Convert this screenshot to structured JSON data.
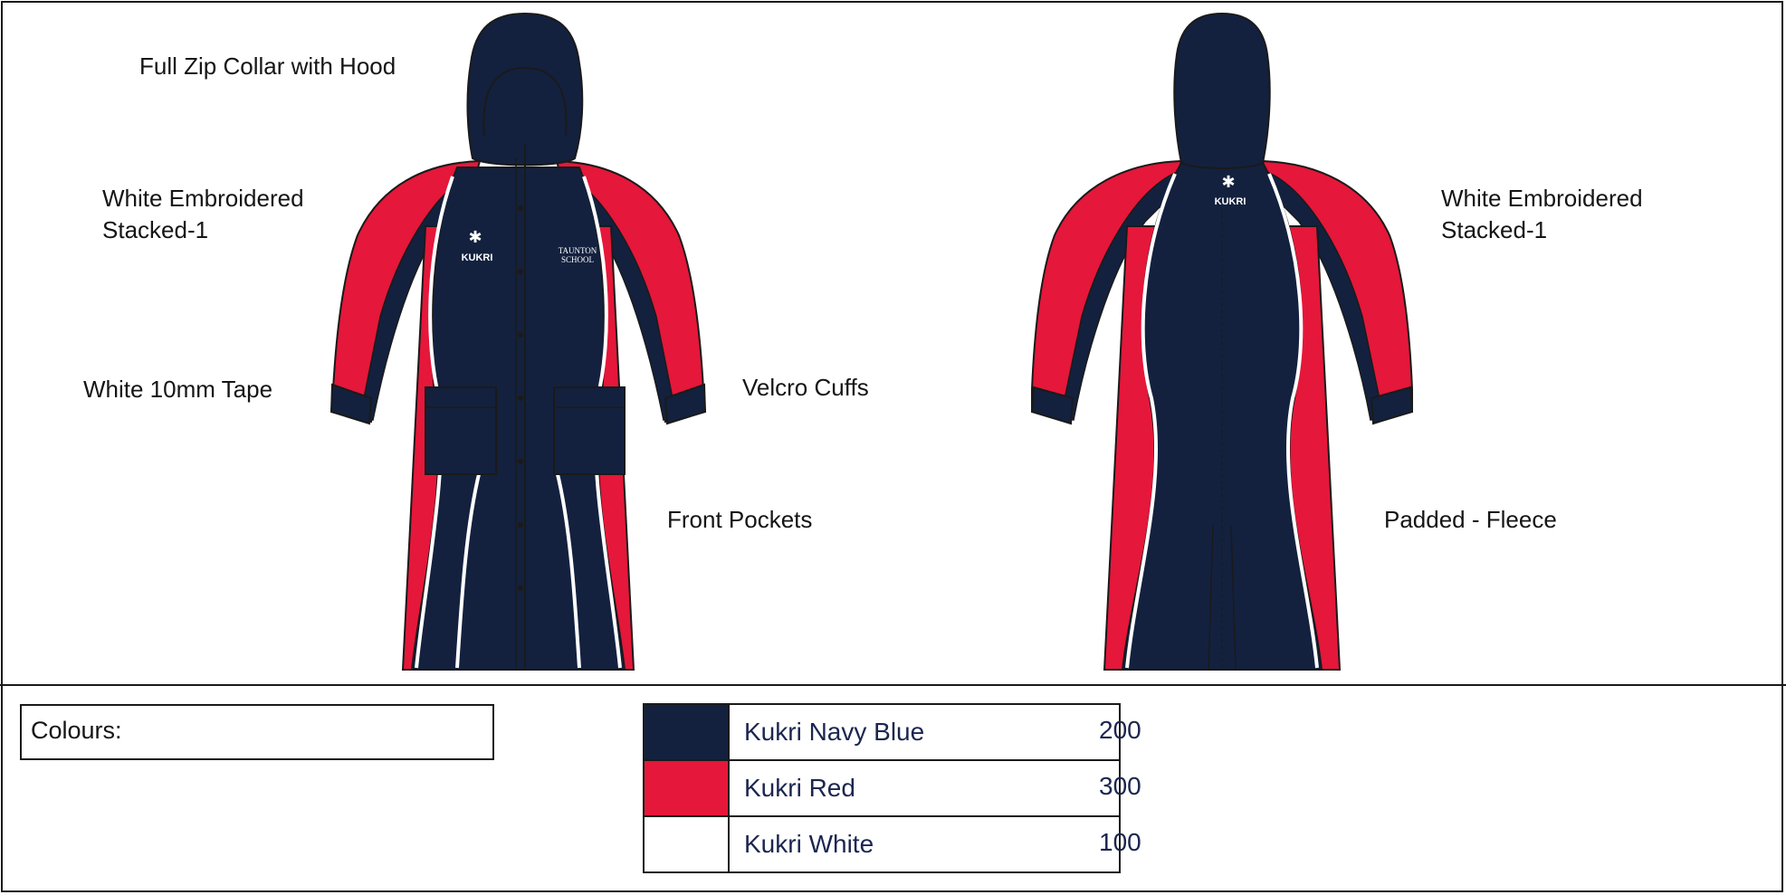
{
  "annotations": {
    "hood": "Full Zip Collar with Hood",
    "front_logo": "White Embroidered\nStacked-1",
    "tape": "White 10mm Tape",
    "cuffs": "Velcro Cuffs",
    "pockets": "Front Pockets",
    "back_logo": "White Embroidered\nStacked-1",
    "padding": "Padded - Fleece"
  },
  "logos": {
    "brand": "KUKRI",
    "school_line1": "TAUNTON",
    "school_line2": "SCHOOL"
  },
  "colours": {
    "label": "Colours:",
    "items": [
      {
        "name": "Kukri Navy Blue",
        "code": "200",
        "hex": "#13213f"
      },
      {
        "name": "Kukri Red",
        "code": "300",
        "hex": "#e5173a"
      },
      {
        "name": "Kukri White",
        "code": "100",
        "hex": "#ffffff"
      }
    ]
  },
  "palette": {
    "navy": "#13213f",
    "red": "#e5173a",
    "white": "#ffffff",
    "outline": "#1a1a1a"
  }
}
